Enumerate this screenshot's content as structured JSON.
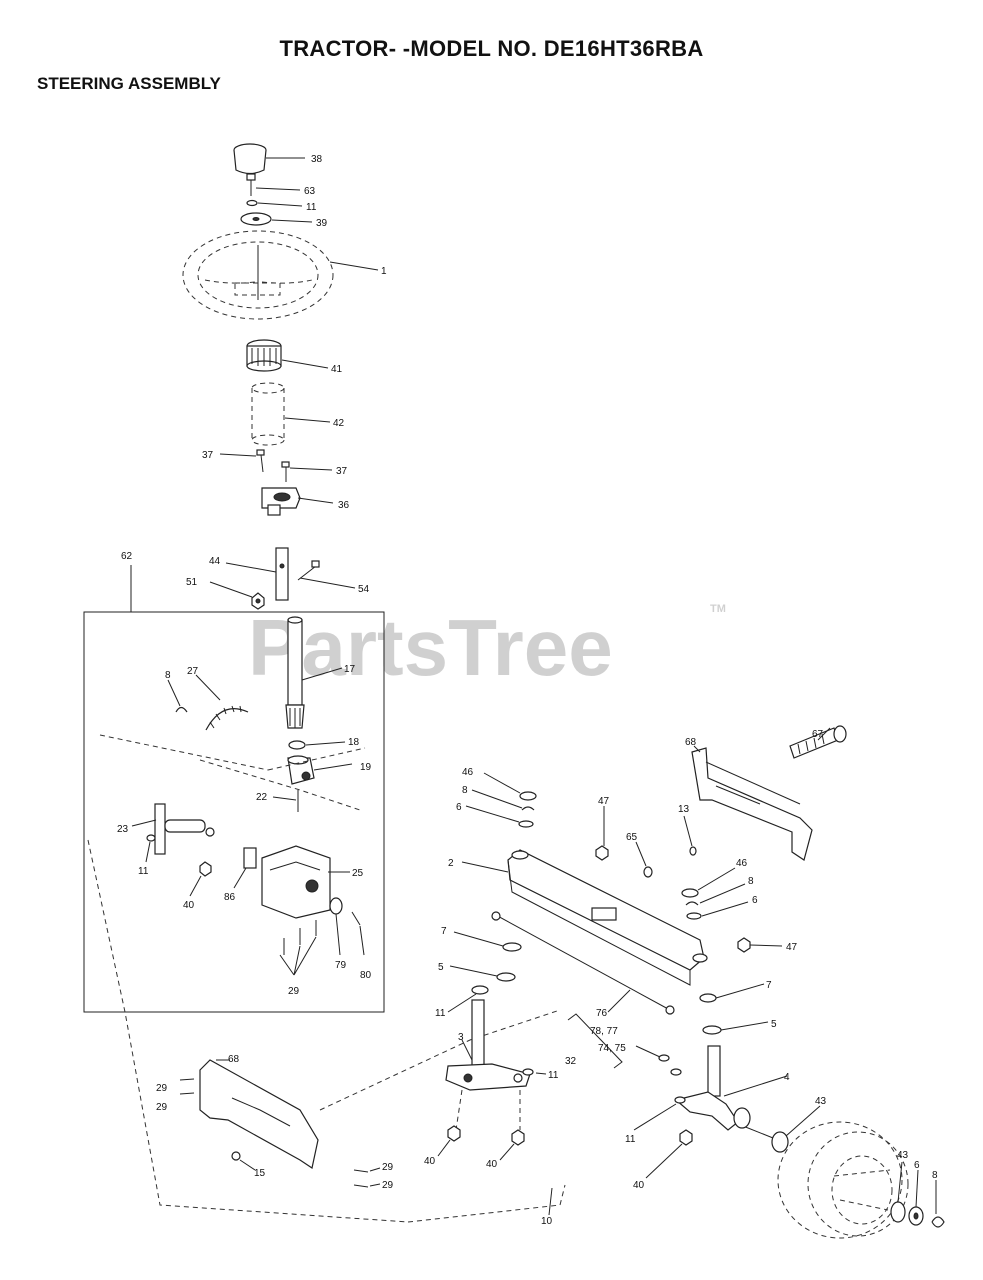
{
  "header": {
    "title": "TRACTOR- -MODEL NO. DE16HT36RBA",
    "subtitle": "STEERING ASSEMBLY"
  },
  "watermark": {
    "text": "PartsTree",
    "tm": "TM"
  },
  "callouts": [
    {
      "id": "c1",
      "text": "38"
    },
    {
      "id": "c2",
      "text": "63"
    },
    {
      "id": "c3",
      "text": "11"
    },
    {
      "id": "c4",
      "text": "39"
    },
    {
      "id": "c5",
      "text": "1"
    },
    {
      "id": "c6",
      "text": "41"
    },
    {
      "id": "c7",
      "text": "42"
    },
    {
      "id": "c8",
      "text": "37"
    },
    {
      "id": "c9",
      "text": "37"
    },
    {
      "id": "c10",
      "text": "36"
    },
    {
      "id": "c11",
      "text": "62"
    },
    {
      "id": "c12",
      "text": "44"
    },
    {
      "id": "c13",
      "text": "51"
    },
    {
      "id": "c14",
      "text": "54"
    },
    {
      "id": "c15",
      "text": "17"
    },
    {
      "id": "c16",
      "text": "8"
    },
    {
      "id": "c17",
      "text": "27"
    },
    {
      "id": "c18",
      "text": "18"
    },
    {
      "id": "c19",
      "text": "19"
    },
    {
      "id": "c20",
      "text": "22"
    },
    {
      "id": "c21",
      "text": "23"
    },
    {
      "id": "c22",
      "text": "11"
    },
    {
      "id": "c23",
      "text": "40"
    },
    {
      "id": "c24",
      "text": "86"
    },
    {
      "id": "c25",
      "text": "25"
    },
    {
      "id": "c26",
      "text": "79"
    },
    {
      "id": "c27",
      "text": "80"
    },
    {
      "id": "c28",
      "text": "29"
    },
    {
      "id": "c29",
      "text": "68"
    },
    {
      "id": "c30",
      "text": "67"
    },
    {
      "id": "c31",
      "text": "13"
    },
    {
      "id": "c32",
      "text": "46"
    },
    {
      "id": "c33",
      "text": "8"
    },
    {
      "id": "c34",
      "text": "6"
    },
    {
      "id": "c35",
      "text": "47"
    },
    {
      "id": "c36",
      "text": "65"
    },
    {
      "id": "c37",
      "text": "2"
    },
    {
      "id": "c38",
      "text": "46"
    },
    {
      "id": "c39",
      "text": "8"
    },
    {
      "id": "c40",
      "text": "6"
    },
    {
      "id": "c41",
      "text": "47"
    },
    {
      "id": "c42",
      "text": "7"
    },
    {
      "id": "c43",
      "text": "5"
    },
    {
      "id": "c44",
      "text": "11"
    },
    {
      "id": "c45",
      "text": "76"
    },
    {
      "id": "c46",
      "text": "7"
    },
    {
      "id": "c47",
      "text": "78, 77"
    },
    {
      "id": "c48",
      "text": "74, 75"
    },
    {
      "id": "c49",
      "text": "5"
    },
    {
      "id": "c50",
      "text": "32"
    },
    {
      "id": "c51",
      "text": "3"
    },
    {
      "id": "c52",
      "text": "11"
    },
    {
      "id": "c53",
      "text": "4"
    },
    {
      "id": "c54",
      "text": "43"
    },
    {
      "id": "c55",
      "text": "11"
    },
    {
      "id": "c56",
      "text": "68"
    },
    {
      "id": "c57",
      "text": "29"
    },
    {
      "id": "c58",
      "text": "29"
    },
    {
      "id": "c59",
      "text": "40"
    },
    {
      "id": "c60",
      "text": "40"
    },
    {
      "id": "c61",
      "text": "40"
    },
    {
      "id": "c62",
      "text": "43"
    },
    {
      "id": "c63",
      "text": "6"
    },
    {
      "id": "c64",
      "text": "8"
    },
    {
      "id": "c65",
      "text": "15"
    },
    {
      "id": "c66",
      "text": "29"
    },
    {
      "id": "c67",
      "text": "29"
    },
    {
      "id": "c68",
      "text": "10"
    }
  ]
}
